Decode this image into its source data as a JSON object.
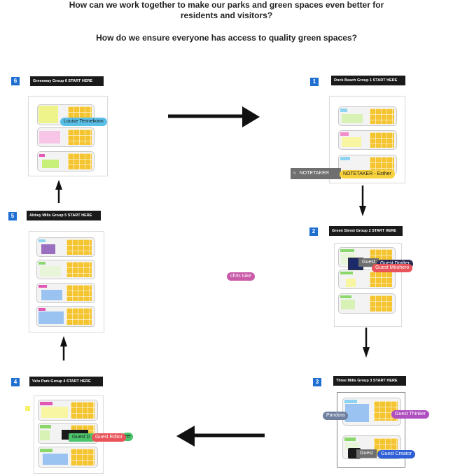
{
  "questions": {
    "q1_line1": "How can we work together to make our parks and green spaces even better for",
    "q1_line2": "residents and visitors?",
    "q2": "How do we ensure everyone has access to quality green spaces?"
  },
  "groups": [
    {
      "number": "6",
      "title": "Greenway Group 6 START HERE"
    },
    {
      "number": "1",
      "title": "Dock Beach Group 1 START HERE"
    },
    {
      "number": "5",
      "title": "Abbey Mills Group 5 START HERE"
    },
    {
      "number": "2",
      "title": "Green Street Group 2 START HERE"
    },
    {
      "number": "3",
      "title": "Three Mills Group 3 START HERE"
    },
    {
      "number": "4",
      "title": "Velo Park Group 4 START HERE"
    }
  ],
  "cursors": {
    "louise": "Louise Tennekoon",
    "notetaker_box": "NOTETAKER",
    "notetaker_esther": "NOTETAKER - Esther",
    "chris": "chris tuke",
    "guest_drafter": "Guest Drafter",
    "guest_mirohero": "Guest Mirohero",
    "guest_g2": "Guest",
    "pandora": "Pandora",
    "guest_thinker": "Guest Thinker",
    "guest_g3": "Guest",
    "guest_creator": "Guest Creator",
    "guest_d": "Guest D",
    "guest_editor": "Guest Editor",
    "eer": "eer"
  },
  "colors": {
    "badge": "#1f6fd1",
    "header": "#1a1a1a",
    "grid_yellow": "#f4c531",
    "tag_blue": "#5bc0e8",
    "tag_yellow": "#f7d23e",
    "tag_gray": "#6f6f6f",
    "tag_pink": "#c95aa8",
    "tag_red": "#e8545a",
    "tag_purple": "#b04fc0",
    "tag_bluegray": "#6e7f9f",
    "tag_green": "#4cc46c",
    "tag_navy": "#2f5fd6"
  }
}
